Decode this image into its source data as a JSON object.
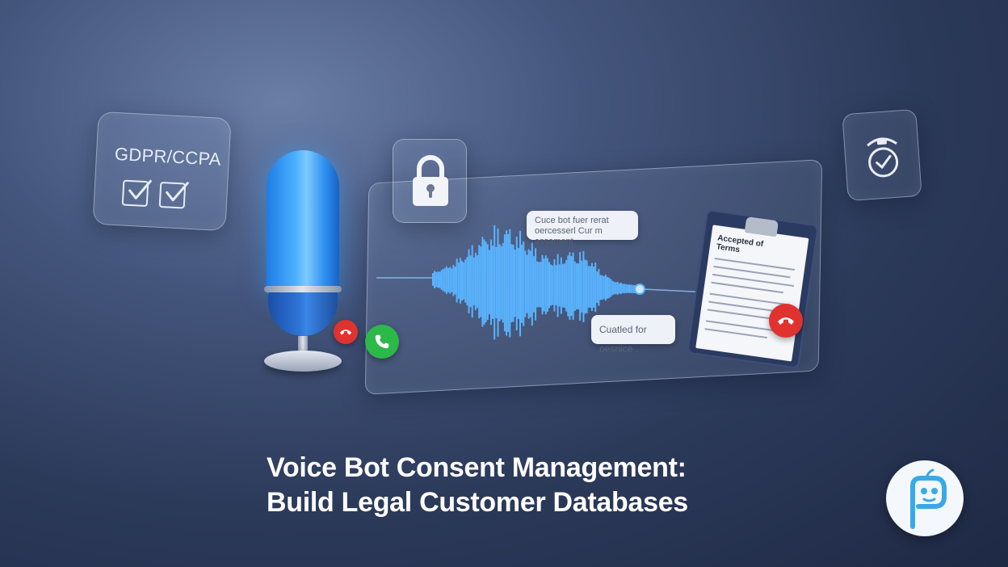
{
  "compliance_card": {
    "label": "GDPR/CCPA",
    "icon": "checkbox-checked-icon"
  },
  "chat": {
    "top_bubble": "Cuce bot fuer rerat oercesserl Cur m assament",
    "bottom_bubble": "Cuatled for oesnice ."
  },
  "document": {
    "title": "Accepted of Terms"
  },
  "headline": {
    "line1": "Voice Bot Consent Management:",
    "line2": "Build Legal Customer Databases"
  },
  "colors": {
    "accept": "#2db84a",
    "decline": "#e0322f",
    "mic_blue": "#3a9df0",
    "wave_blue": "#5ab4ff"
  },
  "icons": [
    "microphone-icon",
    "lock-icon",
    "shield-clock-icon",
    "phone-accept-icon",
    "phone-decline-icon",
    "clipboard-icon",
    "brand-logo-icon"
  ]
}
